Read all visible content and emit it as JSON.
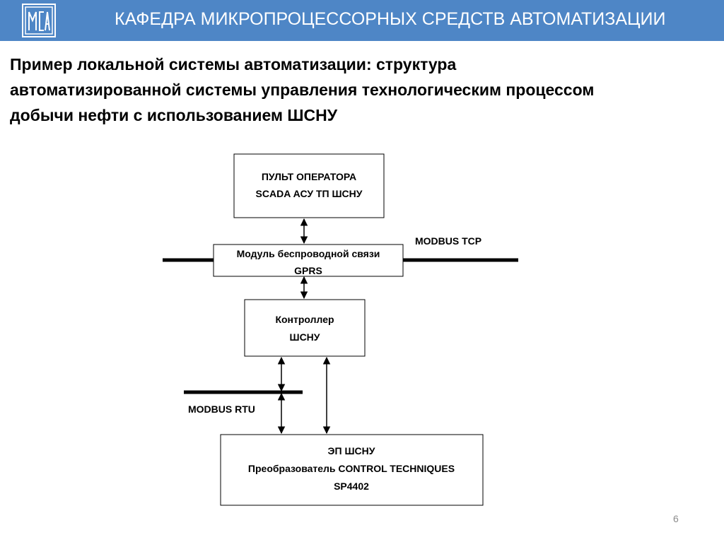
{
  "header": {
    "title": "КАФЕДРА МИКРОПРОЦЕССОРНЫХ СРЕДСТВ АВТОМАТИЗАЦИИ",
    "logo_icon": "msa-logo-icon",
    "background": "#4e86c6"
  },
  "slide": {
    "title_lines": [
      "Пример локальной системы автоматизации: структура",
      "автоматизированной системы управления технологическим процессом",
      "добычи нефти с использованием ШСНУ"
    ],
    "page_number": "6"
  },
  "diagram": {
    "operator_panel": [
      "ПУЛЬТ ОПЕРАТОРА",
      "SCADA АСУ ТП ШСНУ"
    ],
    "wireless_module": [
      "Модуль беспроводной связи",
      "GPRS"
    ],
    "controller": [
      "Контроллер",
      "ШСНУ"
    ],
    "drive": [
      "ЭП ШСНУ",
      "Преобразователь CONTROL TECHNIQUES",
      "SP4402"
    ],
    "bus_top_label": "MODBUS TCP",
    "bus_bottom_label": "MODBUS RTU"
  }
}
